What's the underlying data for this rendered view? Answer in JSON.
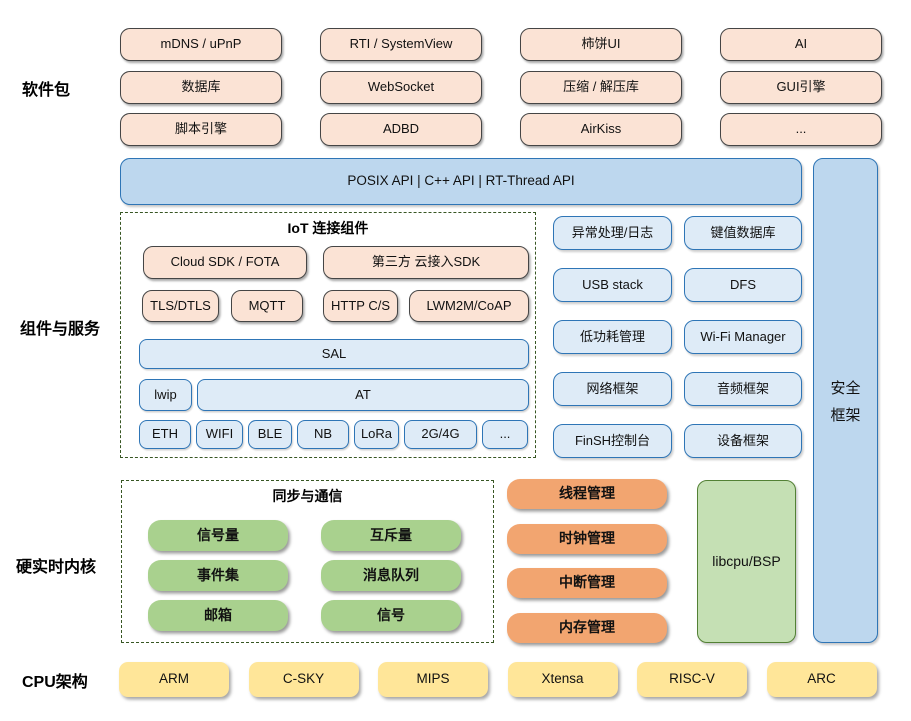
{
  "sections": {
    "software_packages": "软件包",
    "components_services": "组件与服务",
    "hard_realtime_kernel": "硬实时内核",
    "cpu_architecture": "CPU架构"
  },
  "packages": {
    "items": [
      "mDNS / uPnP",
      "RTI / SystemView",
      "柿饼UI",
      "AI",
      "数据库",
      "WebSocket",
      "压缩 / 解压库",
      "GUI引擎",
      "脚本引擎",
      "ADBD",
      "AirKiss",
      "..."
    ]
  },
  "api_bar": {
    "label": "POSIX API | C++ API | RT-Thread API"
  },
  "security": {
    "lines": [
      "安全",
      "框架"
    ]
  },
  "iot": {
    "title": "IoT 连接组件",
    "cloud_sdk": "Cloud SDK / FOTA",
    "third_party_sdk": "第三方 云接入SDK",
    "protocols": [
      "TLS/DTLS",
      "MQTT",
      "HTTP C/S",
      "LWM2M/CoAP"
    ],
    "sal": "SAL",
    "lwip": "lwip",
    "at": "AT",
    "links": [
      "ETH",
      "WIFI",
      "BLE",
      "NB",
      "LoRa",
      "2G/4G",
      "..."
    ]
  },
  "services": {
    "items": [
      "异常处理/日志",
      "键值数据库",
      "USB stack",
      "DFS",
      "低功耗管理",
      "Wi-Fi Manager",
      "网络框架",
      "音频框架",
      "FinSH控制台",
      "设备框架"
    ]
  },
  "sync": {
    "title": "同步与通信",
    "items": [
      "信号量",
      "互斥量",
      "事件集",
      "消息队列",
      "邮箱",
      "信号"
    ]
  },
  "kernel_mgmt": {
    "items": [
      "线程管理",
      "时钟管理",
      "中断管理",
      "内存管理"
    ]
  },
  "libcpu": {
    "label": "libcpu/BSP"
  },
  "cpu_archs": {
    "items": [
      "ARM",
      "C-SKY",
      "MIPS",
      "Xtensa",
      "RISC-V",
      "ARC"
    ]
  },
  "colors": {
    "peach_fill": "#FBE3D5",
    "blue_light_fill": "#DEEBF7",
    "blue_medium_fill": "#BDD7EE",
    "blue_border": "#2E75B6",
    "green_pill": "#A9D18E",
    "green_box_fill": "#C5E0B4",
    "green_box_border": "#538135",
    "orange_pill": "#F2A570",
    "yellow_fill": "#FFE699",
    "dash_border": "#375623"
  }
}
